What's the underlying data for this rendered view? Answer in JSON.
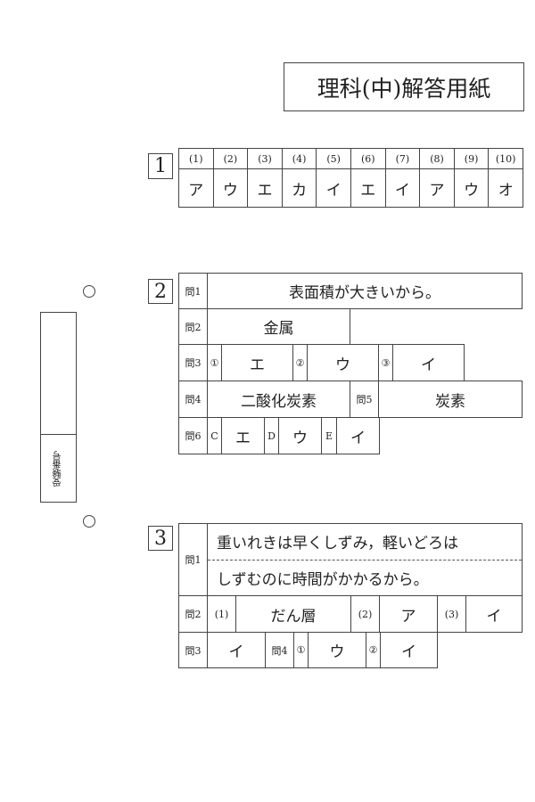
{
  "title": "理科(中)解答用紙",
  "exam_number_label": "受験番号",
  "section1": {
    "number": "1",
    "headers": [
      "(1)",
      "(2)",
      "(3)",
      "(4)",
      "(5)",
      "(6)",
      "(7)",
      "(8)",
      "(9)",
      "(10)"
    ],
    "answers": [
      "ア",
      "ウ",
      "エ",
      "カ",
      "イ",
      "エ",
      "イ",
      "ア",
      "ウ",
      "オ"
    ]
  },
  "section2": {
    "number": "2",
    "q1": {
      "label": "問1",
      "answer": "表面積が大きいから。"
    },
    "q2": {
      "label": "問2",
      "answer": "金属"
    },
    "q3": {
      "label": "問3",
      "marks": [
        "①",
        "②",
        "③"
      ],
      "answers": [
        "エ",
        "ウ",
        "イ"
      ]
    },
    "q4": {
      "label": "問4",
      "answer": "二酸化炭素"
    },
    "q5": {
      "label": "問5",
      "answer": "炭素"
    },
    "q6": {
      "label": "問6",
      "marks": [
        "C",
        "D",
        "E"
      ],
      "answers": [
        "エ",
        "ウ",
        "イ"
      ]
    }
  },
  "section3": {
    "number": "3",
    "q1": {
      "label": "問1",
      "line1": "重いれきは早くしずみ，軽いどろは",
      "line2": "しずむのに時間がかかるから。"
    },
    "q2": {
      "label": "問2",
      "marks": [
        "(1)",
        "(2)",
        "(3)"
      ],
      "answers": [
        "だん層",
        "ア",
        "イ"
      ]
    },
    "q3": {
      "label": "問3",
      "answer": "イ"
    },
    "q4": {
      "label": "問4",
      "marks": [
        "①",
        "②"
      ],
      "answers": [
        "ウ",
        "イ"
      ]
    }
  }
}
